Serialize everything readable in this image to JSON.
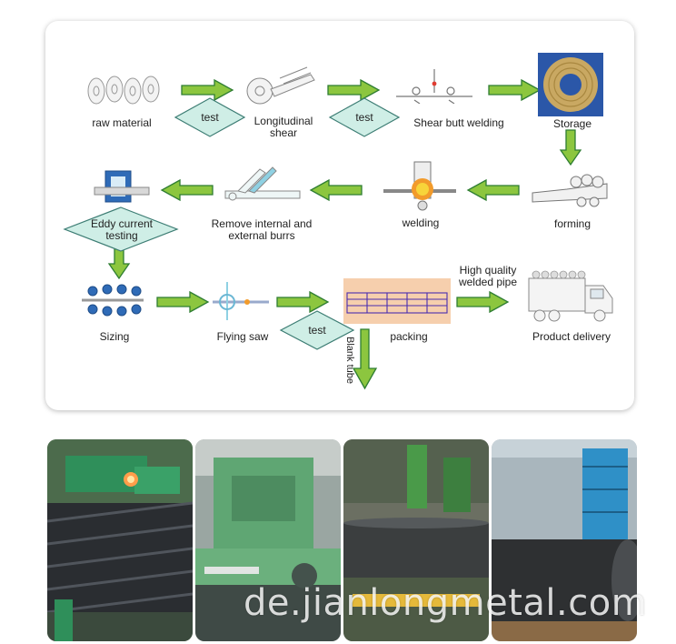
{
  "steps": {
    "raw_material": "raw material",
    "test1": "test",
    "longitudinal_shear": "Longitudinal shear",
    "test2": "test",
    "shear_butt_welding": "Shear butt welding",
    "storage": "Storage",
    "forming": "forming",
    "welding": "welding",
    "remove_burrs": "Remove internal and external burrs",
    "eddy_current": "Eddy current testing",
    "sizing": "Sizing",
    "flying_saw": "Flying saw",
    "test3": "test",
    "packing": "packing",
    "high_quality": "High quality welded pipe",
    "blank_tube": "Blank tube",
    "product_delivery": "Product delivery"
  },
  "watermark": "de.jianlongmetal.com",
  "colors": {
    "arrow_fill": "#8cc63f",
    "arrow_stroke": "#2e7d32",
    "diamond_fill": "#cfeee6",
    "diamond_stroke": "#3d7d74",
    "packing_fill": "#f6cfad",
    "packing_lines": "#4a2db0"
  }
}
